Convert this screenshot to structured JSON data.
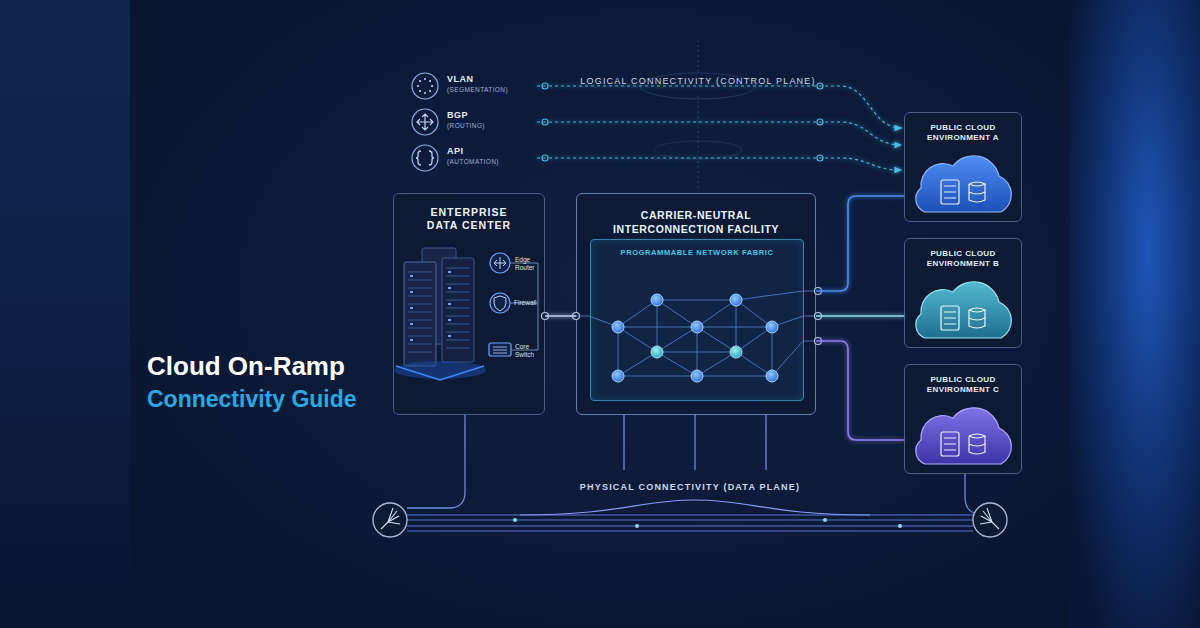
{
  "diagram": {
    "title": "Cloud On-Ramp",
    "nodes": [
      {
        "text": [
          "VLAN",
          "(SEGMENTATION)"
        ]
      },
      {
        "text": [
          "BGP",
          "(ROUTING)"
        ]
      },
      {
        "text": [
          "API",
          "(AUTOMATION)"
        ]
      },
      {
        "text": [
          "ENTERPRISE DATA CENTER"
        ]
      },
      {
        "text": [
          "CARRIER-NEUTRAL INTERCONNECTION FACILITY"
        ]
      },
      {
        "text": [
          "PROGRAMMABLE NETWORK FABRIC"
        ],
        "in": 4
      },
      {
        "text": [
          "PUBLIC CLOUD ENVIRONMENT A"
        ]
      },
      {
        "text": [
          "PUBLIC CLOUD ENVIRONMENT B"
        ]
      },
      {
        "text": [
          "PUBLIC CLOUD ENVIRONMENT C"
        ]
      }
    ],
    "edges": [
      {
        "from": 0,
        "to": 6,
        "arrow": "to"
      },
      {
        "from": 1,
        "to": 6,
        "arrow": "to"
      },
      {
        "from": 2,
        "to": 6,
        "arrow": "to"
      },
      {
        "from": 3,
        "to": 4,
        "arrow": "none"
      },
      {
        "from": 4,
        "to": 6,
        "arrow": "none"
      },
      {
        "from": 4,
        "to": 7,
        "arrow": "none"
      },
      {
        "from": 4,
        "to": 8,
        "arrow": "none"
      }
    ],
    "labels": [
      "LOGICAL CONNECTIVITY (CONTROL PLANE)",
      "Edge Router",
      "Firewall",
      "Core Switch",
      "Connectivity Guide",
      "PHYSICAL CONNECTIVITY (DATA PLANE)"
    ]
  }
}
